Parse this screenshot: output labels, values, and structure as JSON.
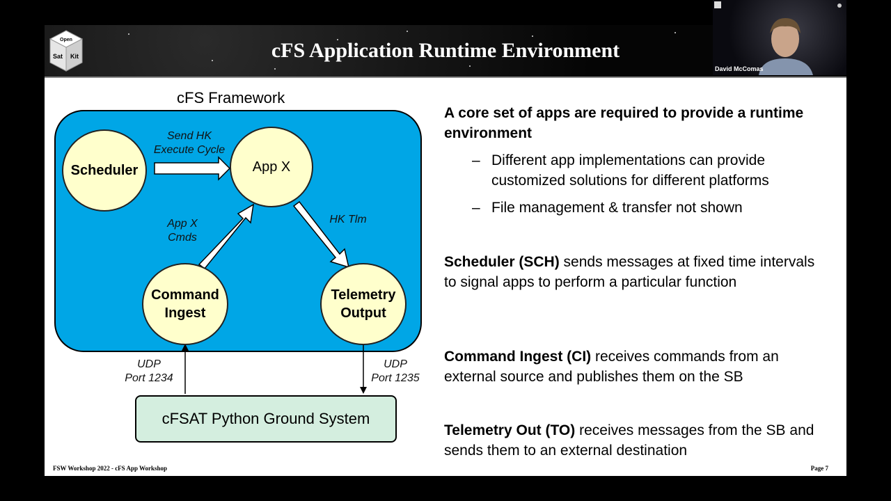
{
  "slide": {
    "title": "cFS Application Runtime Environment",
    "logo": {
      "top": "Open",
      "left": "Sat",
      "right": "Kit"
    },
    "footer_left": "FSW Workshop 2022 - cFS App Workshop",
    "footer_right": "Page 7"
  },
  "webcam": {
    "name": "David McComas"
  },
  "diagram": {
    "title": "cFS Framework",
    "scheduler": "Scheduler",
    "appx": "App X",
    "ci_line1": "Command",
    "ci_line2": "Ingest",
    "to_line1": "Telemetry",
    "to_line2": "Output",
    "send_hk_1": "Send HK",
    "send_hk_2": "Execute Cycle",
    "appx_cmds_1": "App X",
    "appx_cmds_2": "Cmds",
    "hk_tlm": "HK Tlm",
    "udp_in_1": "UDP",
    "udp_in_2": "Port 1234",
    "udp_out_1": "UDP",
    "udp_out_2": "Port 1235",
    "ground": "cFSAT Python Ground System"
  },
  "text": {
    "intro": "A core set of apps are required to provide a runtime environment",
    "bullet1": "Different app implementations can provide customized solutions for different platforms",
    "bullet2": "File management & transfer not shown",
    "sch_bold": "Scheduler (SCH)",
    "sch_rest": " sends messages at fixed time intervals to signal apps to perform a particular function",
    "ci_bold": "Command Ingest (CI)",
    "ci_rest": " receives commands from an external source and publishes them on the SB",
    "to_bold": "Telemetry Out (TO)",
    "to_rest": " receives messages from the SB and sends them to an external destination"
  }
}
